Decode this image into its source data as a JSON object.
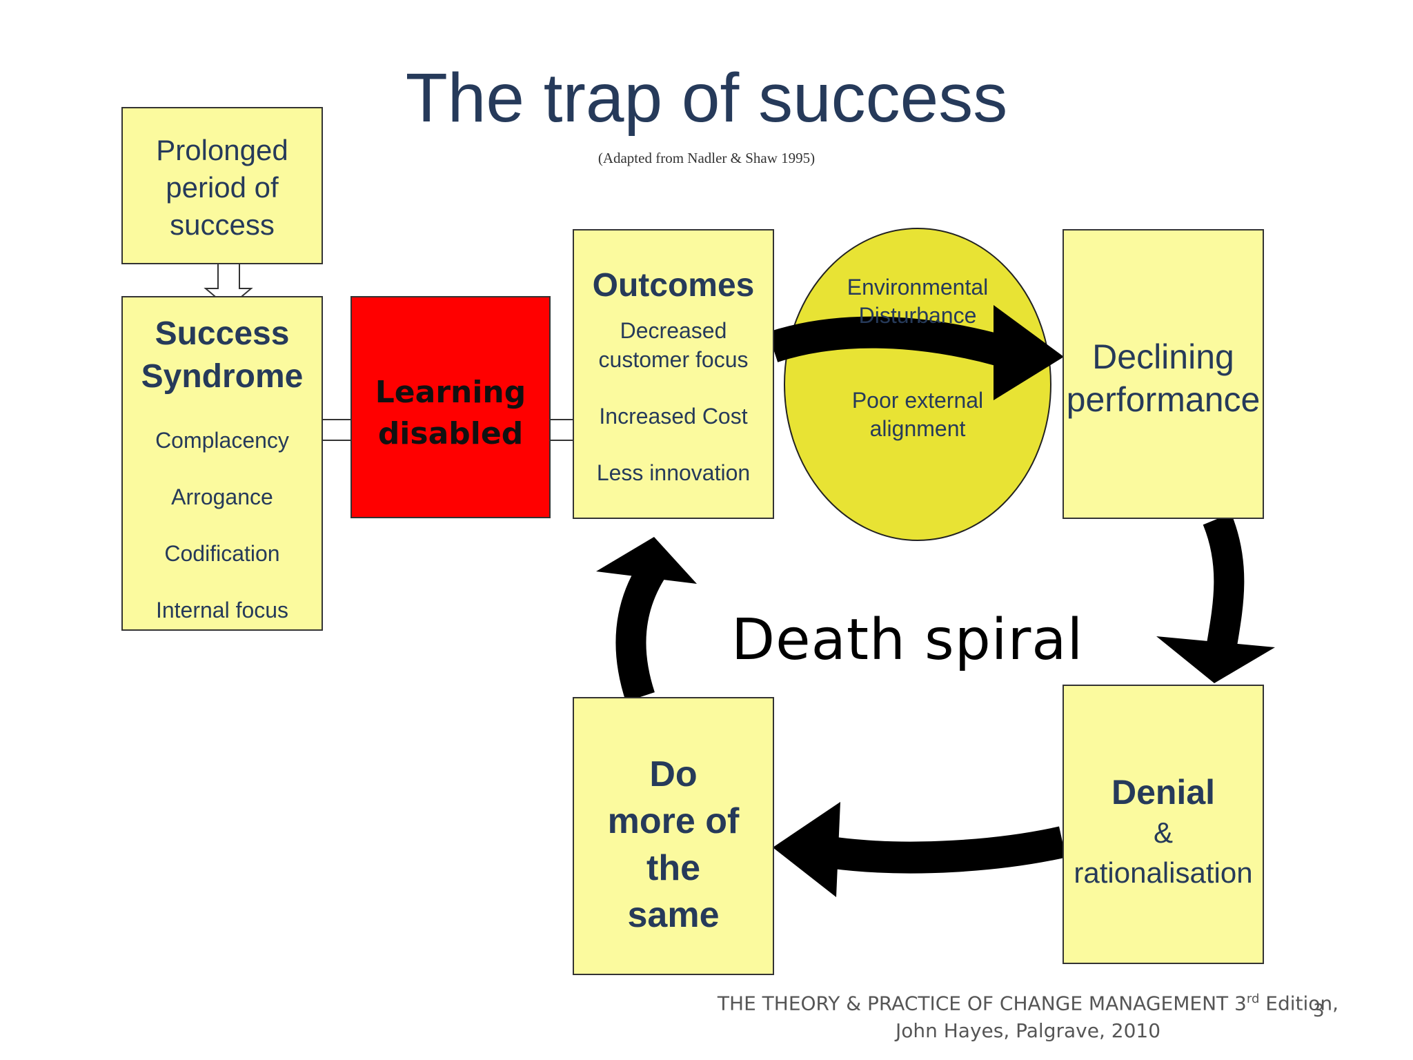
{
  "title": "The trap of success",
  "subtitle": "(Adapted from Nadler & Shaw 1995)",
  "prolonged": {
    "lines": [
      "Prolonged",
      "period of",
      "success"
    ]
  },
  "syndrome": {
    "heading_lines": [
      "Success",
      "Syndrome"
    ],
    "items": [
      "Complacency",
      "Arrogance",
      "Codification",
      "Internal focus"
    ]
  },
  "learning": {
    "lines": [
      "Learning",
      "disabled"
    ]
  },
  "outcomes": {
    "heading": "Outcomes",
    "items": [
      "Decreased",
      "customer focus",
      "Increased Cost",
      "Less innovation"
    ]
  },
  "environment": {
    "lines": [
      "Environmental",
      "Disturbance",
      "Poor external",
      "alignment"
    ]
  },
  "declining": {
    "lines": [
      "Declining",
      "performance"
    ]
  },
  "denial": {
    "heading": "Denial",
    "amp": "&",
    "sub": "rationalisation"
  },
  "domore": {
    "lines": [
      "Do",
      "more of",
      "the",
      "same"
    ]
  },
  "death_spiral": "Death spiral",
  "footer": {
    "line1_prefix": "THE THEORY & PRACTICE OF CHANGE MANAGEMENT 3",
    "line1_sup": "rd",
    "line1_suffix": " Edition,",
    "line2": "John Hayes, Palgrave, 2010"
  },
  "slide_number": "3",
  "colors": {
    "box_fill": "#fbfa9e",
    "learning_fill": "#ff0000",
    "ellipse_fill": "#e8e334",
    "text_navy": "#263a5a"
  }
}
